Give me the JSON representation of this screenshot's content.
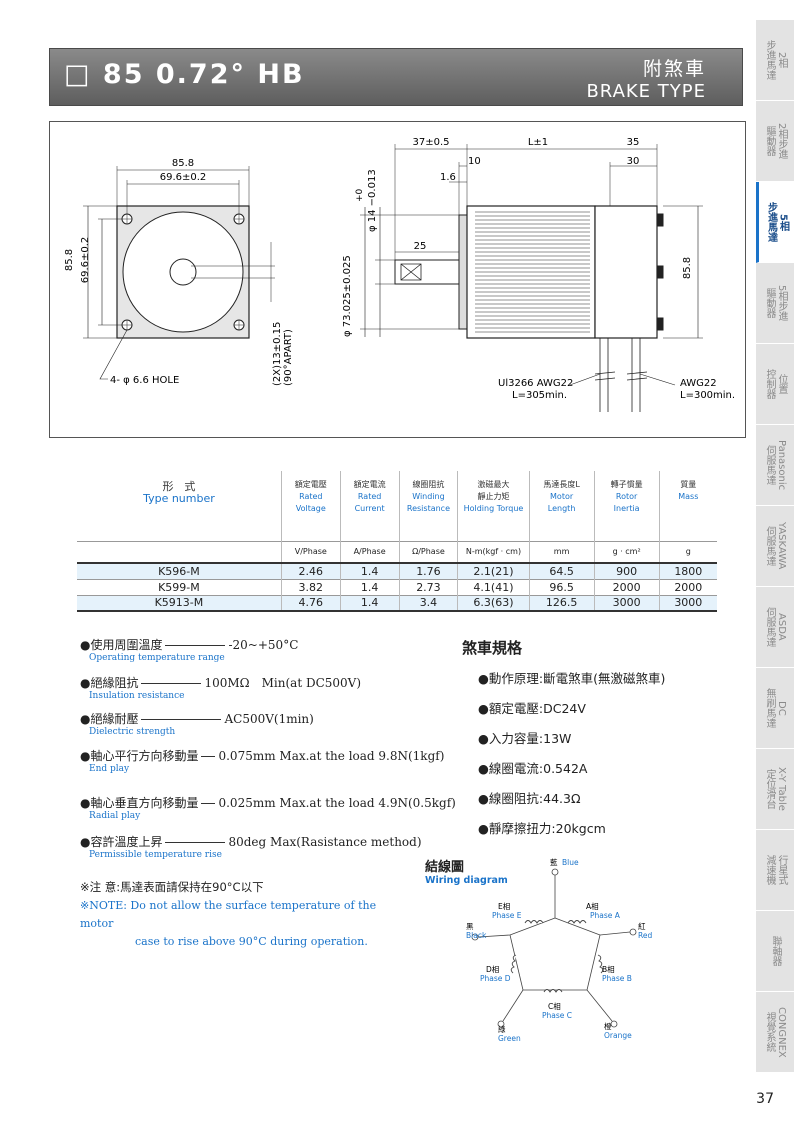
{
  "side_tabs": [
    {
      "label": "2相\n步進馬達",
      "active": false
    },
    {
      "label": "2相步進\n驅動器",
      "active": false
    },
    {
      "label": "5相\n步進馬達",
      "active": true
    },
    {
      "label": "5相步進\n驅動器",
      "active": false
    },
    {
      "label": "位置\n控制器",
      "active": false
    },
    {
      "label": "Panasonic\n伺服馬達",
      "active": false
    },
    {
      "label": "YASKAWA\n伺服馬達",
      "active": false
    },
    {
      "label": "ASDA\n伺服馬達",
      "active": false
    },
    {
      "label": "DC\n無刷馬達",
      "active": false
    },
    {
      "label": "X-Y Table\n定位滑台",
      "active": false
    },
    {
      "label": "行星式\n減速機",
      "active": false
    },
    {
      "label": "聯軸器",
      "active": false
    },
    {
      "label": "CONGNEX\n視覺系統",
      "active": false
    }
  ],
  "banner": {
    "title": "□ 85 0.72° HB",
    "type_cn": "附煞車",
    "type_en": "BRAKE TYPE"
  },
  "drawing": {
    "front": {
      "dim_outer": "85.8",
      "dim_pitch": "69.6±0.2",
      "dim_side_outer": "85.8",
      "dim_side_pitch": "69.6±0.2",
      "hole_label": "4- φ 6.6 HOLE",
      "key_label_1": "(2X)13±0.15",
      "key_label_2": "(90°APART)"
    },
    "side": {
      "dim_37": "37±0.5",
      "dim_L": "L±1",
      "dim_35": "35",
      "dim_10": "10",
      "dim_30": "30",
      "dim_16": "1.6",
      "dim_25": "25",
      "dim_shaft_tol": "+0",
      "dim_shaft": "φ 14 −0.013",
      "dim_pilot": "φ 73.025±0.025",
      "dim_height": "85.8",
      "cable1_a": "Ul3266 AWG22",
      "cable1_b": "L=305min.",
      "cable2_a": "AWG22",
      "cable2_b": "L=300min."
    }
  },
  "spec_table": {
    "headers": [
      {
        "cn": "形　式",
        "en": "Type number",
        "unit": ""
      },
      {
        "cn": "額定電壓",
        "en": "Rated\nVoltage",
        "unit": "V/Phase"
      },
      {
        "cn": "額定電流",
        "en": "Rated\nCurrent",
        "unit": "A/Phase"
      },
      {
        "cn": "線圈阻抗",
        "en": "Winding\nResistance",
        "unit": "Ω/Phase"
      },
      {
        "cn": "激磁最大\n靜止力矩",
        "en": "Holding Torque",
        "unit": "N-m(kgf · cm)"
      },
      {
        "cn": "馬達長度L",
        "en": "Motor\nLength",
        "unit": "mm"
      },
      {
        "cn": "轉子慣量",
        "en": "Rotor\nInertia",
        "unit": "g · cm²"
      },
      {
        "cn": "質量",
        "en": "Mass",
        "unit": "g"
      }
    ],
    "rows": [
      [
        "K596-M",
        "2.46",
        "1.4",
        "1.76",
        "2.1(21)",
        "64.5",
        "900",
        "1800"
      ],
      [
        "K599-M",
        "3.82",
        "1.4",
        "2.73",
        "4.1(41)",
        "96.5",
        "2000",
        "2000"
      ],
      [
        "K5913-M",
        "4.76",
        "1.4",
        "3.4",
        "6.3(63)",
        "126.5",
        "3000",
        "3000"
      ]
    ]
  },
  "notes": [
    {
      "cn": "●使用周圍溫度",
      "value": "-20~+50°C",
      "en": "Operating temperature range"
    },
    {
      "cn": "●絕緣阻抗",
      "value": "100MΩ　Min(at DC500V)",
      "en": "Insulation resistance"
    },
    {
      "cn": "●絕緣耐壓",
      "value": "AC500V(1min)",
      "en": "Dielectric strength"
    },
    {
      "cn": "●軸心平行方向移動量",
      "value": "0.075mm Max.at the load 9.8N(1kgf)",
      "en": "End play"
    },
    {
      "cn": "●軸心垂直方向移動量",
      "value": "0.025mm Max.at the load 4.9N(0.5kgf)",
      "en": "Radial play"
    },
    {
      "cn": "●容許溫度上昇",
      "value": "80deg Max(Rasistance method)",
      "en": "Permissible temperature rise"
    }
  ],
  "warning": {
    "cn": "※注 意:馬達表面請保持在90°C以下",
    "en_1": "※NOTE: Do not allow the surface temperature of the motor",
    "en_2": "case to rise above 90°C during operation."
  },
  "brake": {
    "title": "煞車規格",
    "items": [
      "●動作原理:斷電煞車(無激磁煞車)",
      "●額定電壓:DC24V",
      "●入力容量:13W",
      "●線圈電流:0.542A",
      "●線圈阻抗:44.3Ω",
      "●靜摩擦扭力:20kgcm"
    ]
  },
  "wiring": {
    "title": "結線圖",
    "subtitle": "Wiring diagram",
    "blue_cn": "藍",
    "blue_en": "Blue",
    "red_cn": "紅",
    "red_en": "Red",
    "black_cn": "黑",
    "black_en": "Black",
    "orange_cn": "橙",
    "orange_en": "Orange",
    "green_cn": "綠",
    "green_en": "Green",
    "pa_cn": "A相",
    "pa_en": "Phase A",
    "pb_cn": "B相",
    "pb_en": "Phase B",
    "pc_cn": "C相",
    "pc_en": "Phase C",
    "pd_cn": "D相",
    "pd_en": "Phase D",
    "pe_cn": "E相",
    "pe_en": "Phase E"
  },
  "page_number": "37",
  "colors": {
    "accent_blue": "#1a73c9",
    "banner_gray": "#6e6e6e",
    "row_highlight": "#e5f2fb"
  }
}
